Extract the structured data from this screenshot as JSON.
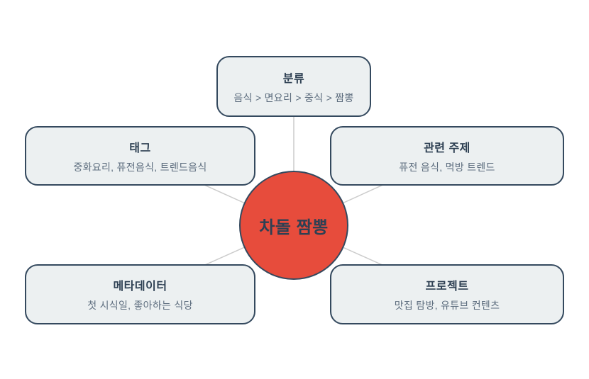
{
  "diagram": {
    "center": {
      "label": "차돌 짬뽕"
    },
    "nodes": [
      {
        "id": "category",
        "title": "분류",
        "subtitle": "음식 > 면요리 > 중식 > 짬뽕"
      },
      {
        "id": "tags",
        "title": "태그",
        "subtitle": "중화요리, 퓨전음식, 트렌드음식"
      },
      {
        "id": "related",
        "title": "관련 주제",
        "subtitle": "퓨전 음식, 먹방 트렌드"
      },
      {
        "id": "metadata",
        "title": "메타데이터",
        "subtitle": "첫 시식일, 좋아하는 식당"
      },
      {
        "id": "project",
        "title": "프로젝트",
        "subtitle": "맛집 탐방, 유튜브 컨텐츠"
      }
    ],
    "colors": {
      "bg": "#ffffff",
      "box_fill": "#ecf0f1",
      "box_border": "#34495e",
      "title": "#2e4053",
      "subtitle": "#5d6d7e",
      "line": "#cccccc",
      "center_fill": "#e74c3c",
      "center_text": "#2e4053"
    }
  }
}
